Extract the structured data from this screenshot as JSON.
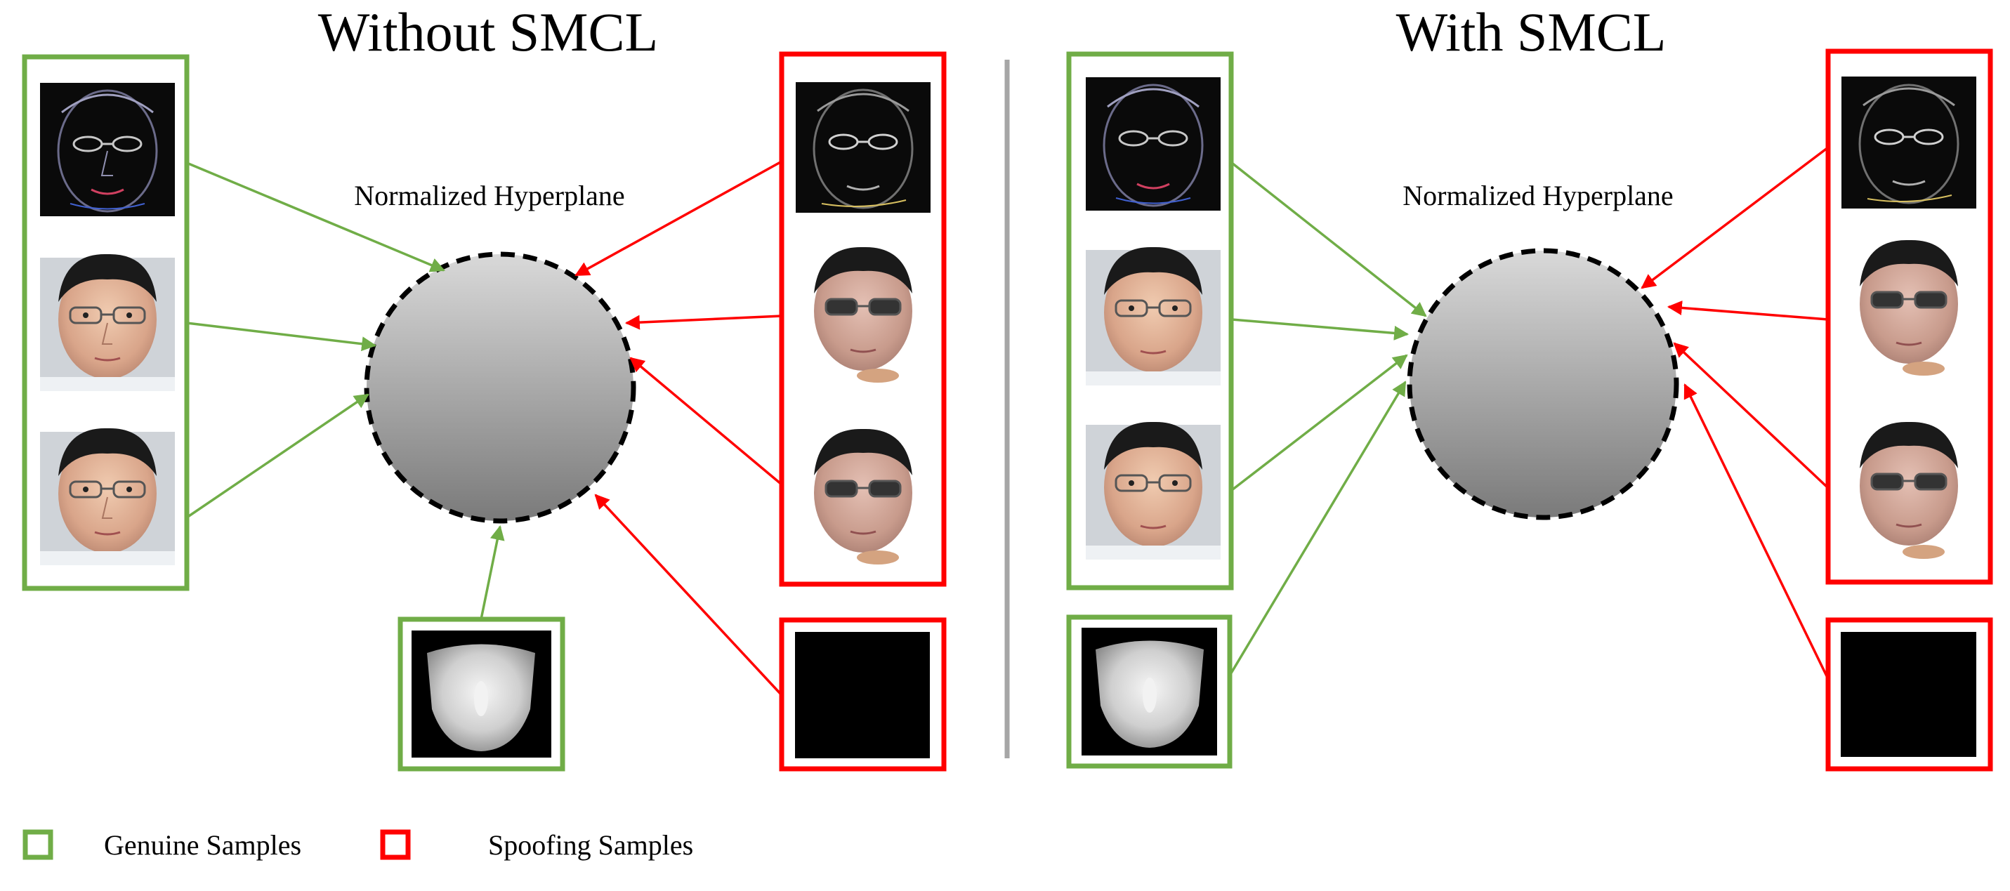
{
  "panels": {
    "left": {
      "title": "Without SMCL",
      "hyperplane_label": "Normalized Hyperplane"
    },
    "right": {
      "title": "With SMCL",
      "hyperplane_label": "Normalized Hyperplane"
    }
  },
  "legend": {
    "genuine_label": "Genuine Samples",
    "spoofing_label": "Spoofing Samples"
  },
  "colors": {
    "genuine": "#70ad47",
    "spoofing": "#ff0000",
    "divider": "#a6a6a6",
    "circle_top": "#d9d9d9",
    "circle_bottom": "#7a7a7a"
  }
}
